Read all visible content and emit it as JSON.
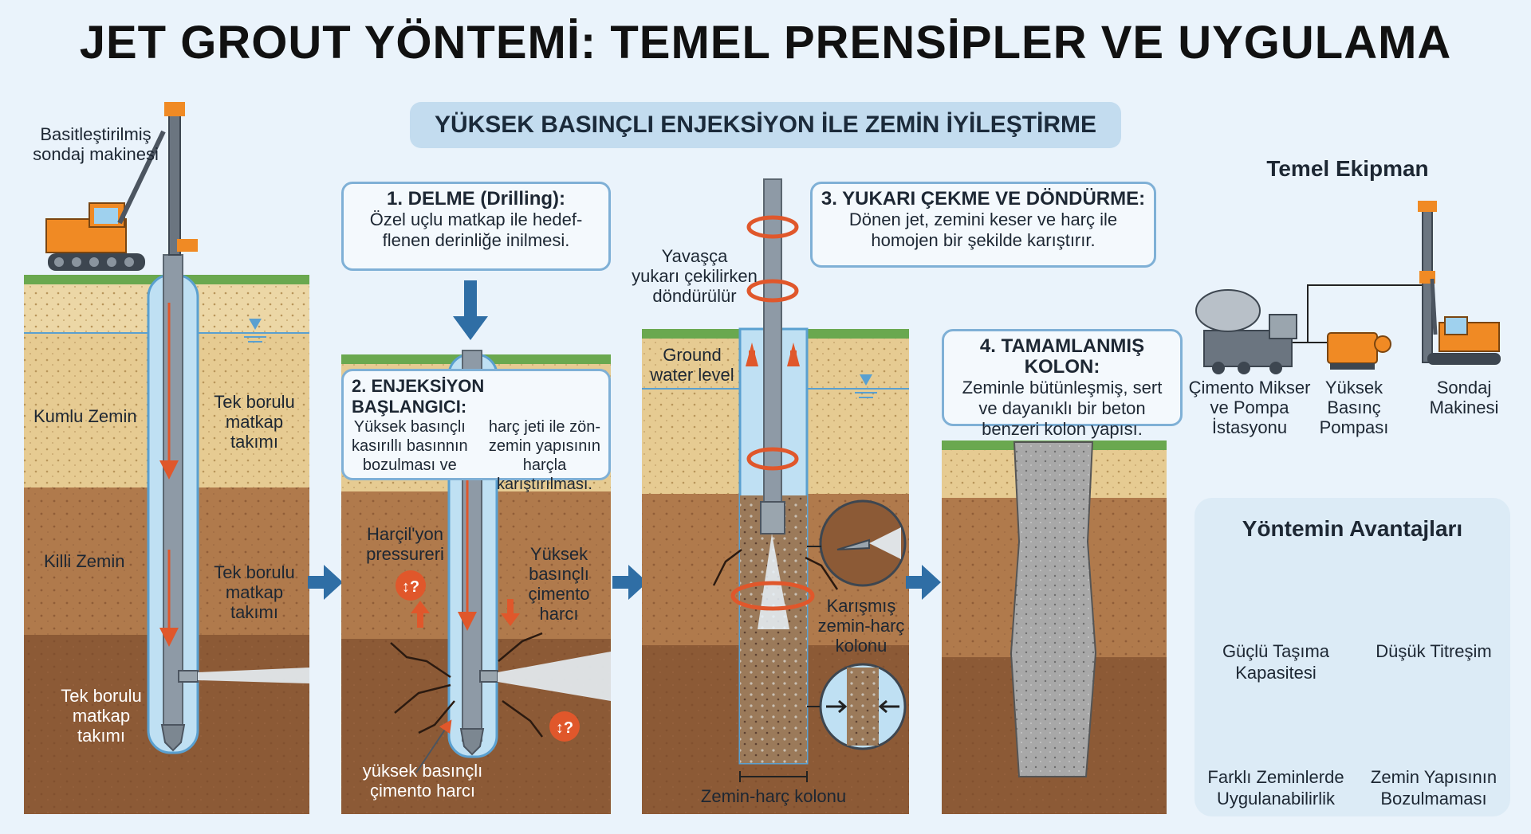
{
  "title": "JET GROUT YÖNTEMİ: TEMEL PRENSİPLER VE UYGULAMA",
  "subtitle": "YÜKSEK BASINÇLI ENJEKSİYON İLE ZEMİN İYİLEŞTİRME",
  "panel1": {
    "rig_label": "Basitleştirilmiş\nsondaj makinesi",
    "sand_label": "Kumlu Zemin",
    "clay_label": "Killi Zemin",
    "tool_label_1": "Tek borulu\nmatkap\ntakımı",
    "tool_label_2": "Tek borulu\nmatkap\ntakımı",
    "tool_label_3": "Tek borulu\nmatkap\ntakımı"
  },
  "step1": {
    "title": "1. DELME (Drilling):",
    "text": "Özel uçlu matkap ile hedef-\nflenen derinliğe inilmesi."
  },
  "step2": {
    "title": "2. ENJEKSİYON BAŞLANGICI:",
    "text_left": "Yüksek basınçlı\nkasırıllı basınnın\nbozulması ve",
    "text_right": "harç jeti ile zön-\nzemin yapısının\nharçla\nkarıştırılması.",
    "label_left": "Harçil'yon\npressureri",
    "label_right": "Yüksek\nbasınçlı\nçimento\nharcı",
    "label_bottom": "yüksek basınçlı\nçimento harcı"
  },
  "step3": {
    "title": "3. YUKARI ÇEKME VE DÖNDÜRME:",
    "text": "Dönen jet, zemini keser ve harç ile\nhomojen bir şekilde karıştırır.",
    "pull_label": "Yavaşça\nyukarı çekilirken\ndöndürülür",
    "groundwater_label": "Ground\nwater level",
    "mixed_label": "Karışmış\nzemin-harç\nkolonu",
    "column_label": "Zemin-harç kolonu"
  },
  "step4": {
    "title": "4. TAMAMLANMIŞ KOLON:",
    "text": "Zeminle bütünleşmiş, sert\nve dayanıklı bir beton\nbenzeri kolon yapısı."
  },
  "equipment": {
    "title": "Temel Ekipman",
    "items": [
      {
        "label": "Çimento Mikser\nve Pompa\nİstasyonu"
      },
      {
        "label": "Yüksek\nBasınç\nPompası"
      },
      {
        "label": "Sondaj\nMakinesi"
      }
    ]
  },
  "advantages": {
    "title": "Yöntemin Avantajları",
    "items": [
      {
        "label": "Güçlü Taşıma\nKapasitesi",
        "icon": "balance-scale-icon"
      },
      {
        "label": "Düşük Titreşim",
        "icon": "low-vibration-icon"
      },
      {
        "label": "Farklı Zeminlerde\nUygulanabilirlik",
        "icon": "soil-layers-icon"
      },
      {
        "label": "Zemin Yapısının\nBozulmaması",
        "icon": "intact-soil-icon"
      }
    ]
  },
  "colors": {
    "grass": "#6aa84f",
    "sand": "#e8cf98",
    "sand_dark": "#d9b675",
    "clay": "#b07a4c",
    "clay_dark": "#8c5a36",
    "water_blue": "#bfe0f3",
    "arrow_blue": "#2f6ea5",
    "accent_red": "#e0572b",
    "machine_orange": "#f08a24"
  }
}
